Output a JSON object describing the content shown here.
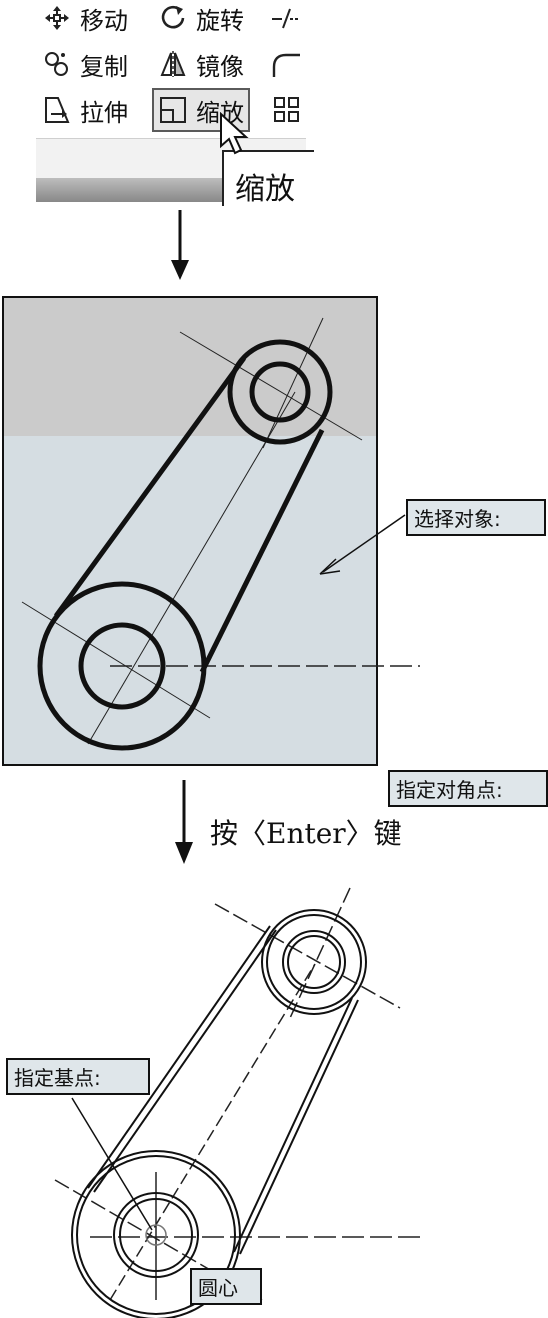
{
  "toolbar": {
    "row1": {
      "move": "移动",
      "rotate": "旋转"
    },
    "row2": {
      "copy": "复制",
      "mirror": "镜像"
    },
    "row3": {
      "stretch": "拉伸",
      "scale": "缩放"
    }
  },
  "tooltip": {
    "text": "缩放"
  },
  "prompts": {
    "select_objects": "选择对象:",
    "specify_opposite_corner": "指定对角点:",
    "specify_base_point": "指定基点:",
    "snap_center": "圆心"
  },
  "steps": {
    "press_enter": "按〈Enter〉键"
  }
}
